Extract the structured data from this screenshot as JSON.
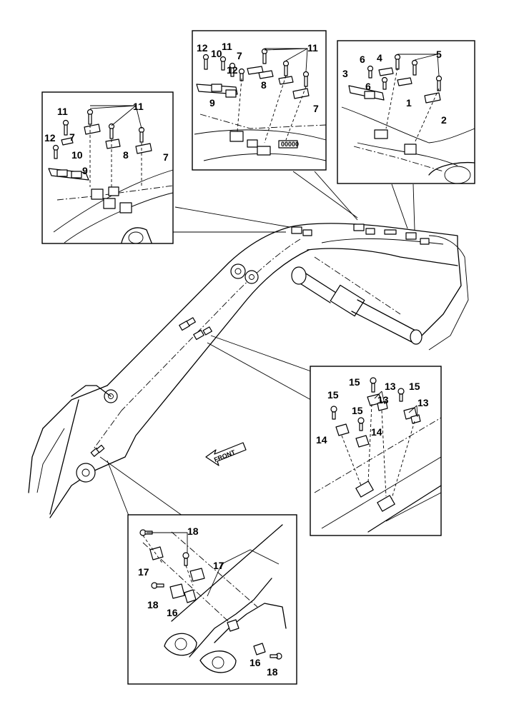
{
  "diagram": {
    "front_label": "FRONT",
    "plate_label": "00000",
    "callouts": {
      "box_a": [
        "11",
        "11",
        "12",
        "7",
        "10",
        "9",
        "8",
        "7"
      ],
      "box_b": [
        "12",
        "10",
        "11",
        "11",
        "7",
        "12",
        "8",
        "9",
        "7"
      ],
      "box_c": [
        "6",
        "4",
        "5",
        "3",
        "6",
        "1",
        "2"
      ],
      "box_d": [
        "15",
        "13",
        "15",
        "15",
        "13",
        "15",
        "13",
        "14",
        "14"
      ],
      "box_e": [
        "18",
        "17",
        "17",
        "18",
        "16",
        "16",
        "18"
      ]
    }
  }
}
